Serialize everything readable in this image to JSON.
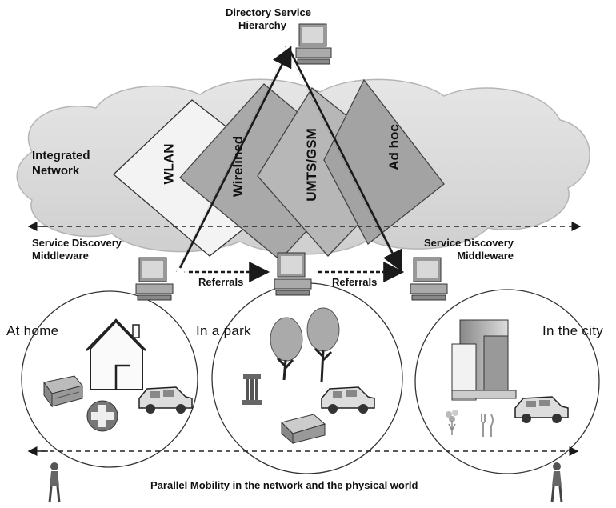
{
  "directory": {
    "title_line1": "Directory Service",
    "title_line2": "Hierarchy"
  },
  "integrated": {
    "line1": "Integrated",
    "line2": "Network"
  },
  "networks": [
    "WLAN",
    "Wirelined",
    "UMTS/GSM",
    "Ad hoc"
  ],
  "middleware_left": {
    "line1": "Service Discovery",
    "line2": "Middleware"
  },
  "middleware_right": {
    "line1": "Service Discovery",
    "line2": "Middleware"
  },
  "referrals": [
    "Referrals",
    "Referrals"
  ],
  "places": [
    "At home",
    "In a park",
    "In the city"
  ],
  "footer": "Parallel Mobility in the network and the physical world",
  "colors": {
    "cloud": "#dcdcdc",
    "plane": "#a8a8a8",
    "plane_light": "#f2f2f2",
    "line": "#1a1a1a"
  }
}
